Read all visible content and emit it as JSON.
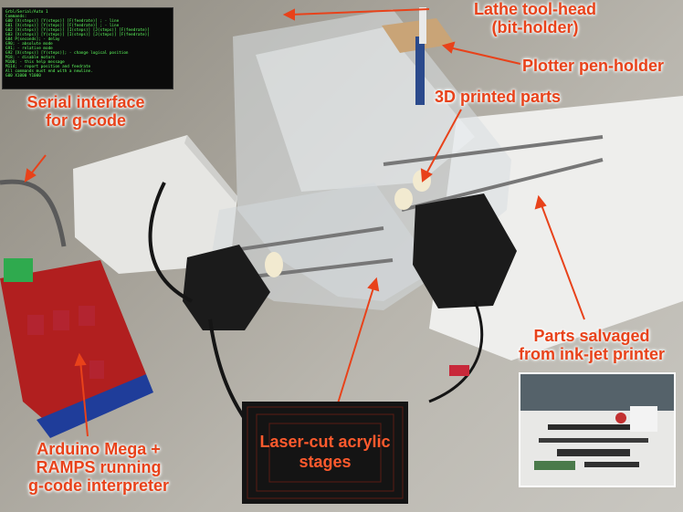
{
  "colors": {
    "label": "#e8421a",
    "arrow": "#e8421a",
    "terminal_text": "#5fff5f",
    "stage_label": "#ff5a2d"
  },
  "labels": {
    "lathe_1": "Lathe tool-head",
    "lathe_2": "(bit-holder)",
    "pen": "Plotter pen-holder",
    "printed": "3D printed parts",
    "serial_1": "Serial interface",
    "serial_2": "for g-code",
    "salvaged_1": "Parts salvaged",
    "salvaged_2": "from ink-jet printer",
    "arduino_1": "Arduino Mega +",
    "arduino_2": "RAMPS running",
    "arduino_3": "g-code interpreter",
    "stage_1": "Laser-cut acrylic",
    "stage_2": "stages"
  },
  "terminal_lines": [
    "Grbl/Serial/Auto 1",
    "Commands:",
    "G00 [X(steps)] [Y(steps)] [F(feedrate)] ; - line",
    "G01 [X(steps)] [Y(steps)] [F(feedrate)] ; - line",
    "G02 [X(steps)] [Y(steps)] [I(steps)] [J(steps)] [F(feedrate)]",
    "G03 [X(steps)] [Y(steps)] [I(steps)] [J(steps)] [F(feedrate)]",
    "G04 P[seconds]; - delay",
    "G90; - absolute mode",
    "G91; - relative mode",
    "G92 [X(steps)] [Y(steps)]; - change logical position",
    "M18; - disable motors",
    "M100; - this help message",
    "M114; - report position and feedrate",
    "All commands must end with a newline.",
    "",
    "G00 X1000 Y1000"
  ]
}
